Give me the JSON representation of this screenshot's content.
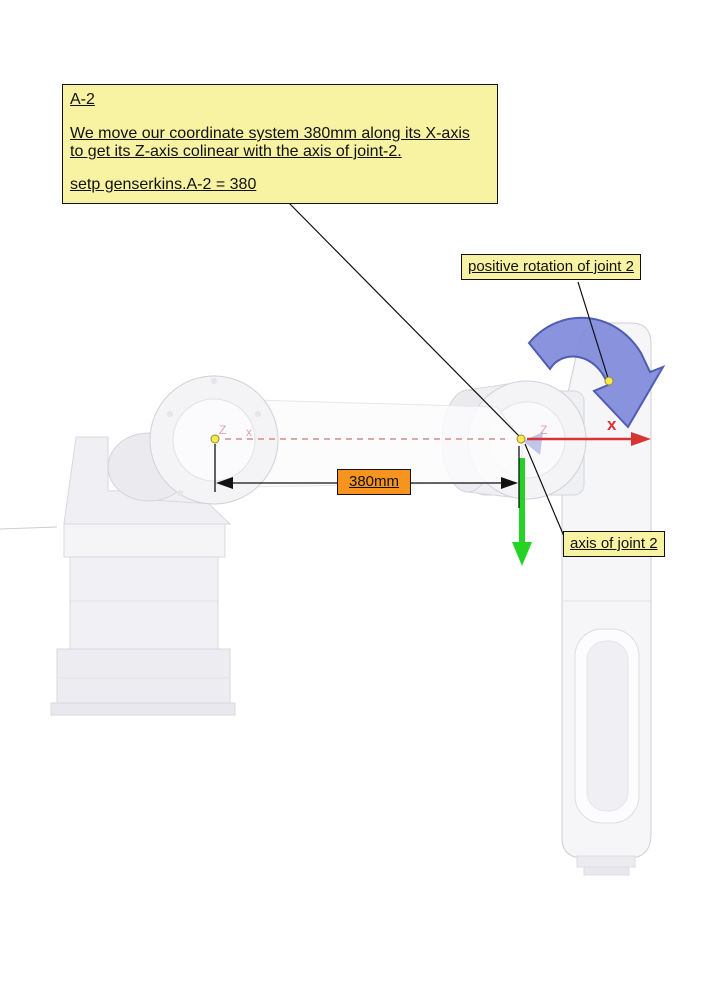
{
  "a2_note": {
    "title": "A-2",
    "body_line1": "We move our coordinate system 380mm along its X-axis",
    "body_line2": "to get its Z-axis colinear with the axis of joint-2.",
    "command": "setp genserkins.A-2 = 380"
  },
  "labels": {
    "positive_rotation": "positive rotation of joint 2",
    "axis_of_joint": "axis of joint 2",
    "dimension": "380mm"
  },
  "axis_glyphs": {
    "x_axis": "x",
    "z_left": "Z",
    "x_left": "x",
    "z_right": "Z"
  },
  "colors": {
    "note_background": "#f7f3a2",
    "dimension_background": "#f7941d",
    "x_axis_red": "#d93434",
    "y_axis_green": "#00cc00",
    "rotation_arrow_blue": "#7e88db",
    "origin_dot_yellow": "#ffe84d"
  }
}
